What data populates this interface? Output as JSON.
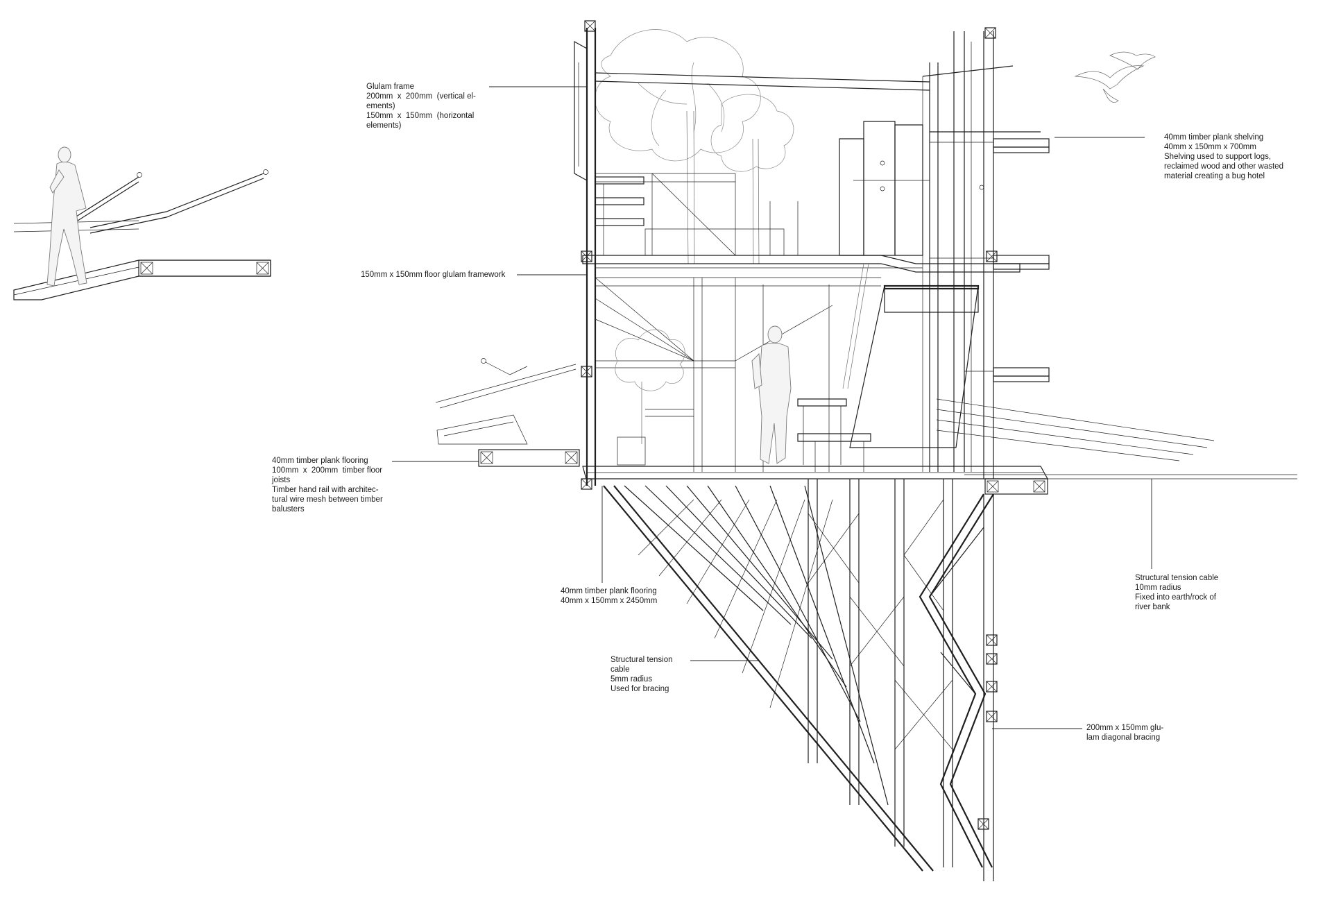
{
  "annotations": [
    {
      "id": "glulam-frame",
      "lines": [
        "Glulam frame",
        "200mm  x  200mm  (vertical el-",
        "ements)",
        "150mm  x  150mm  (horizontal",
        "elements)"
      ]
    },
    {
      "id": "floor-framework",
      "lines": [
        "150mm x 150mm floor glulam framework"
      ]
    },
    {
      "id": "plank-flooring-joists",
      "lines": [
        "40mm timber plank flooring",
        "100mm  x  200mm  timber floor",
        "joists",
        "Timber hand rail with architec-",
        "tural wire mesh between timber",
        "balusters"
      ]
    },
    {
      "id": "plank-flooring-dims",
      "lines": [
        "40mm timber plank flooring",
        "40mm x 150mm x 2450mm"
      ]
    },
    {
      "id": "tension-cable-5mm",
      "lines": [
        "Structural tension",
        "cable",
        "5mm radius",
        "Used for bracing"
      ]
    },
    {
      "id": "plank-shelving",
      "lines": [
        "40mm timber plank shelving",
        "40mm x 150mm x 700mm",
        "Shelving used to support logs,",
        "reclaimed wood and other wasted",
        "material creating a bug hotel"
      ]
    },
    {
      "id": "tension-cable-10mm",
      "lines": [
        "Structural tension cable",
        "10mm radius",
        "Fixed into earth/rock of",
        "river bank"
      ]
    },
    {
      "id": "diagonal-bracing",
      "lines": [
        "200mm x 150mm glu-",
        "lam diagonal bracing"
      ]
    }
  ]
}
